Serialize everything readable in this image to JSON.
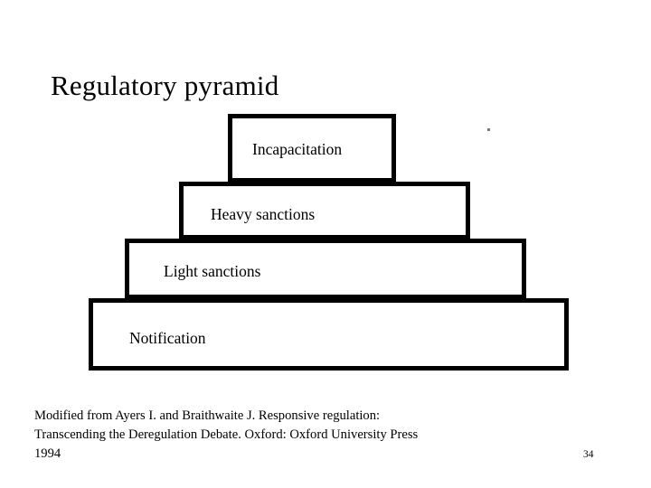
{
  "slide": {
    "title": "Regulatory pyramid",
    "page_number": "34",
    "background_color": "#ffffff",
    "stroke_color": "#000000"
  },
  "diagram": {
    "type": "pyramid",
    "name": "regulatory-pyramid",
    "tiers": [
      {
        "id": "tier-1",
        "label": "Incapacitation",
        "level": 4
      },
      {
        "id": "tier-2",
        "label": "Heavy sanctions",
        "level": 3
      },
      {
        "id": "tier-3",
        "label": "Light sanctions",
        "level": 2
      },
      {
        "id": "tier-4",
        "label": "Notification",
        "level": 1
      }
    ]
  },
  "source_note": {
    "line1": "Modified from Ayers I. and Braithwaite J. Responsive regulation:",
    "line2": "Transcending the Deregulation Debate. Oxford: Oxford University Press",
    "line3": "1994"
  }
}
